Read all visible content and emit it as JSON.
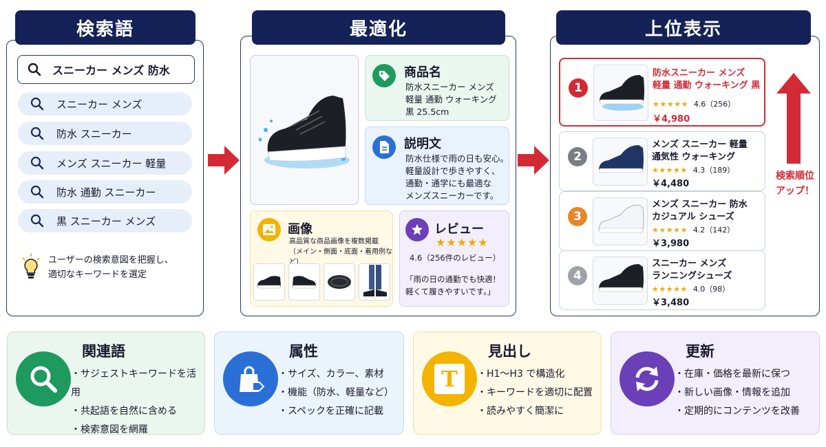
{
  "columns": {
    "search": "検索語",
    "optimize": "最適化",
    "rank": "上位表示"
  },
  "search": {
    "main_query": "スニーカー メンズ 防水",
    "suggestions": [
      "スニーカー メンズ",
      "防水 スニーカー",
      "メンズ スニーカー 軽量",
      "防水 通勤 スニーカー",
      "黒 スニーカー メンズ"
    ],
    "tip_line1": "ユーザーの検索意図を把握し、",
    "tip_line2": "適切なキーワードを選定"
  },
  "optimize": {
    "product_name": {
      "title": "商品名",
      "lines": [
        "防水スニーカー メンズ",
        "軽量 通勤 ウォーキング",
        "黒 25.5cm"
      ]
    },
    "description": {
      "title": "説明文",
      "lines": [
        "防水仕様で雨の日も安心。",
        "軽量設計で歩きやすく、",
        "通勤・通学にも最適な",
        "メンズスニーカーです。"
      ]
    },
    "images": {
      "title": "画像",
      "line1": "高品質な商品画像を複数掲載",
      "line2": "（メイン・側面・底面・着用例など）"
    },
    "review": {
      "title": "レビュー",
      "stars": "★★★★★",
      "score": "4.6（256件のレビュー）",
      "quote1": "「雨の日の通勤でも快適！",
      "quote2": "軽くて履きやすいです。」"
    }
  },
  "ranking": [
    {
      "rank": "1",
      "name1": "防水スニーカー メンズ",
      "name2": "軽量 通勤 ウォーキング 黒",
      "stars": "★★★★★",
      "rating": "4.6（256）",
      "price": "￥4,980"
    },
    {
      "rank": "2",
      "name1": "メンズ スニーカー 軽量",
      "name2": "通気性 ウォーキング",
      "stars": "★★★★★",
      "rating": "4.3（189）",
      "price": "￥4,480"
    },
    {
      "rank": "3",
      "name1": "メンズ スニーカー 防水",
      "name2": "カジュアル シューズ",
      "stars": "★★★★★",
      "rating": "4.2（142）",
      "price": "￥3,980"
    },
    {
      "rank": "4",
      "name1": "スニーカー メンズ",
      "name2": "ランニングシューズ",
      "stars": "★★★★★",
      "rating": "4.0（98）",
      "price": "￥3,480"
    }
  ],
  "rank_up": {
    "line1": "検索順位",
    "line2": "アップ！"
  },
  "bottom": [
    {
      "title": "関連語",
      "items": [
        "・サジェストキーワードを活用",
        "・共起語を自然に含める",
        "・検索意図を網羅"
      ]
    },
    {
      "title": "属性",
      "items": [
        "・サイズ、カラー、素材",
        "・機能（防水、軽量など）",
        "・スペックを正確に記載"
      ]
    },
    {
      "title": "見出し",
      "icon_letter": "T",
      "items": [
        "・H1〜H3 で構造化",
        "・キーワードを適切に配置",
        "・読みやすく簡潔に"
      ]
    },
    {
      "title": "更新",
      "items": [
        "・在庫・価格を最新に保つ",
        "・新しい画像・情報を追加",
        "・定期的にコンテンツを改善"
      ]
    }
  ],
  "colors": {
    "navy": "#142257",
    "red": "#d32b36",
    "green": "#1e9a5e",
    "blue": "#2a6fd6",
    "yellow": "#f2b400",
    "purple": "#6a3fb8"
  }
}
